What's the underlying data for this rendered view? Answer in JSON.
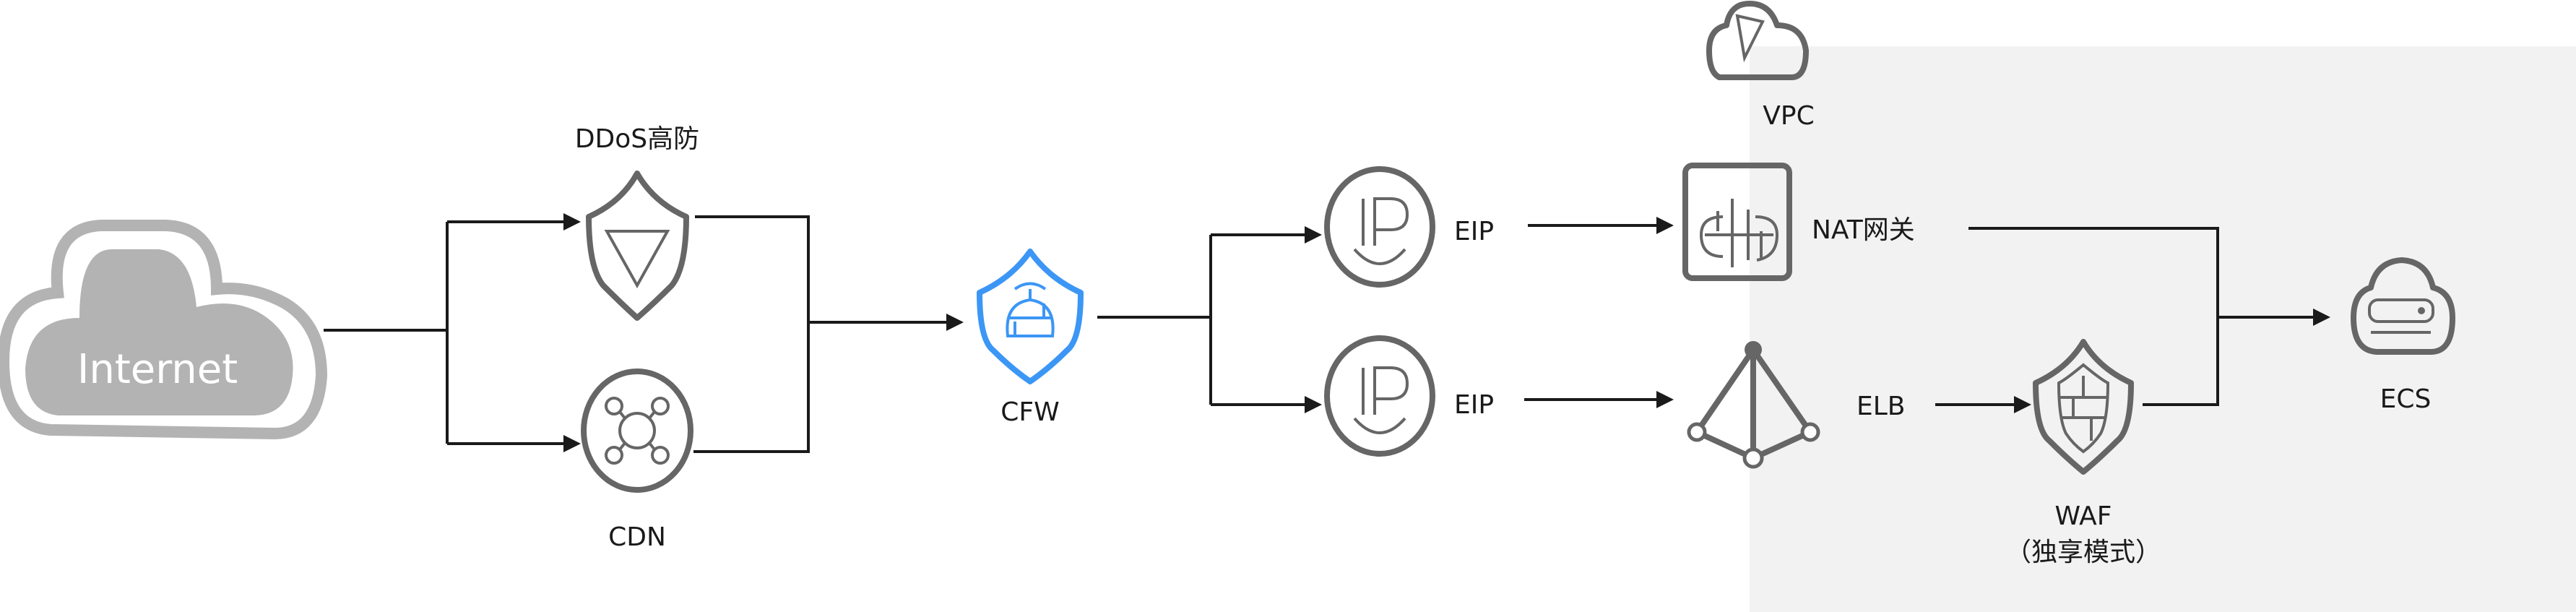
{
  "colors": {
    "line": "#1a1a1a",
    "icon": "#666666",
    "cloud": "#b3b3b3",
    "cfw": "#3c96f5",
    "vpc_region": "#f2f2f2"
  },
  "nodes": {
    "internet": {
      "label": "Internet",
      "icon": "cloud-icon"
    },
    "ddos": {
      "label": "DDoS高防",
      "icon": "shield-triangle-icon"
    },
    "cdn": {
      "label": "CDN",
      "icon": "cdn-network-icon"
    },
    "cfw": {
      "label": "CFW",
      "icon": "firewall-shield-icon"
    },
    "eip1": {
      "label": "EIP",
      "icon": "ip-icon"
    },
    "eip2": {
      "label": "EIP",
      "icon": "ip-icon"
    },
    "vpc": {
      "label": "VPC",
      "icon": "vpc-cloud-icon"
    },
    "nat": {
      "label": "NAT网关",
      "icon": "nat-gateway-icon"
    },
    "elb": {
      "label": "ELB",
      "icon": "load-balancer-icon"
    },
    "waf": {
      "label": "WAF",
      "sublabel": "（独享模式）",
      "icon": "waf-shield-icon"
    },
    "ecs": {
      "label": "ECS",
      "icon": "ecs-server-icon"
    }
  },
  "edges": [
    [
      "Internet",
      "DDoS高防"
    ],
    [
      "Internet",
      "CDN"
    ],
    [
      "DDoS高防",
      "CFW"
    ],
    [
      "CDN",
      "CFW"
    ],
    [
      "CFW",
      "EIP"
    ],
    [
      "CFW",
      "EIP"
    ],
    [
      "EIP",
      "NAT网关"
    ],
    [
      "EIP",
      "ELB"
    ],
    [
      "ELB",
      "WAF"
    ],
    [
      "NAT网关",
      "ECS"
    ],
    [
      "WAF",
      "ECS"
    ]
  ]
}
